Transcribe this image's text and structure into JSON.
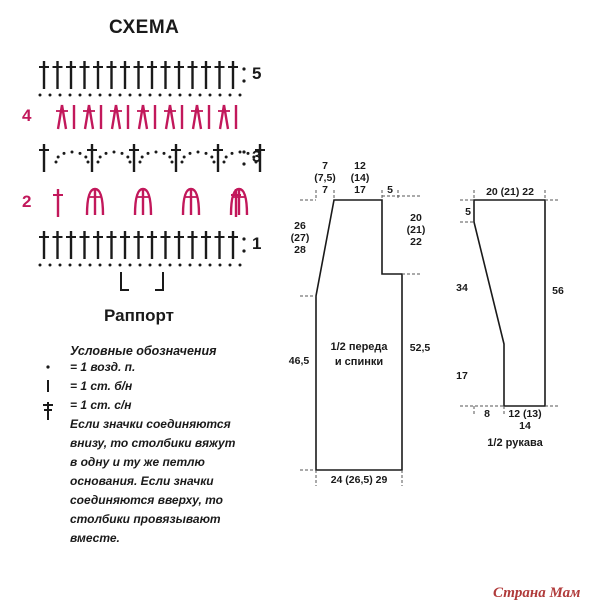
{
  "title": "СХЕМА",
  "colors": {
    "ink": "#1a1a1a",
    "accent": "#c2185b"
  },
  "stitch_rows": [
    {
      "number": "5",
      "color": "ink",
      "side": "right"
    },
    {
      "number": "4",
      "color": "accent",
      "side": "left"
    },
    {
      "number": "3",
      "color": "ink",
      "side": "right"
    },
    {
      "number": "2",
      "color": "accent",
      "side": "left"
    },
    {
      "number": "1",
      "color": "ink",
      "side": "right"
    }
  ],
  "rapport_label": "Раппорт",
  "legend": {
    "title": "Условные обозначения",
    "items": [
      {
        "icon": "chain-stitch-dot",
        "text": "= 1 возд. п."
      },
      {
        "icon": "single-crochet-stroke",
        "text": "= 1 ст. б/н"
      },
      {
        "icon": "double-crochet-cross",
        "text": "= 1 ст. с/н"
      }
    ],
    "note_lines": [
      "Если значки соединяются",
      "внизу, то столбики вяжут",
      "в одну и ту же петлю",
      "основания. Если значки",
      "соединяются вверху, то",
      "столбики провязывают",
      "вместе."
    ]
  },
  "body_panel": {
    "name_lines": [
      "1/2 переда",
      "и спинки"
    ],
    "top_labels": [
      {
        "lines": [
          "7",
          "(7,5)",
          "7"
        ]
      },
      {
        "lines": [
          "12",
          "(14)",
          "17"
        ]
      },
      {
        "lines": [
          "5"
        ]
      }
    ],
    "left_armhole": [
      "26",
      "(27)",
      "28"
    ],
    "left_body": "46,5",
    "right_shoulder": [
      "20",
      "(21)",
      "22"
    ],
    "right_total": "52,5",
    "bottom": "24 (26,5) 29"
  },
  "sleeve_panel": {
    "name": "1/2 рукава",
    "top": "20 (21) 22",
    "top_left": "5",
    "left_upper": "34",
    "left_lower": "17",
    "right_total": "56",
    "bottom_left": "8",
    "bottom_right_lines": [
      "12 (13)",
      "14"
    ]
  },
  "watermark": "Страна Мам"
}
